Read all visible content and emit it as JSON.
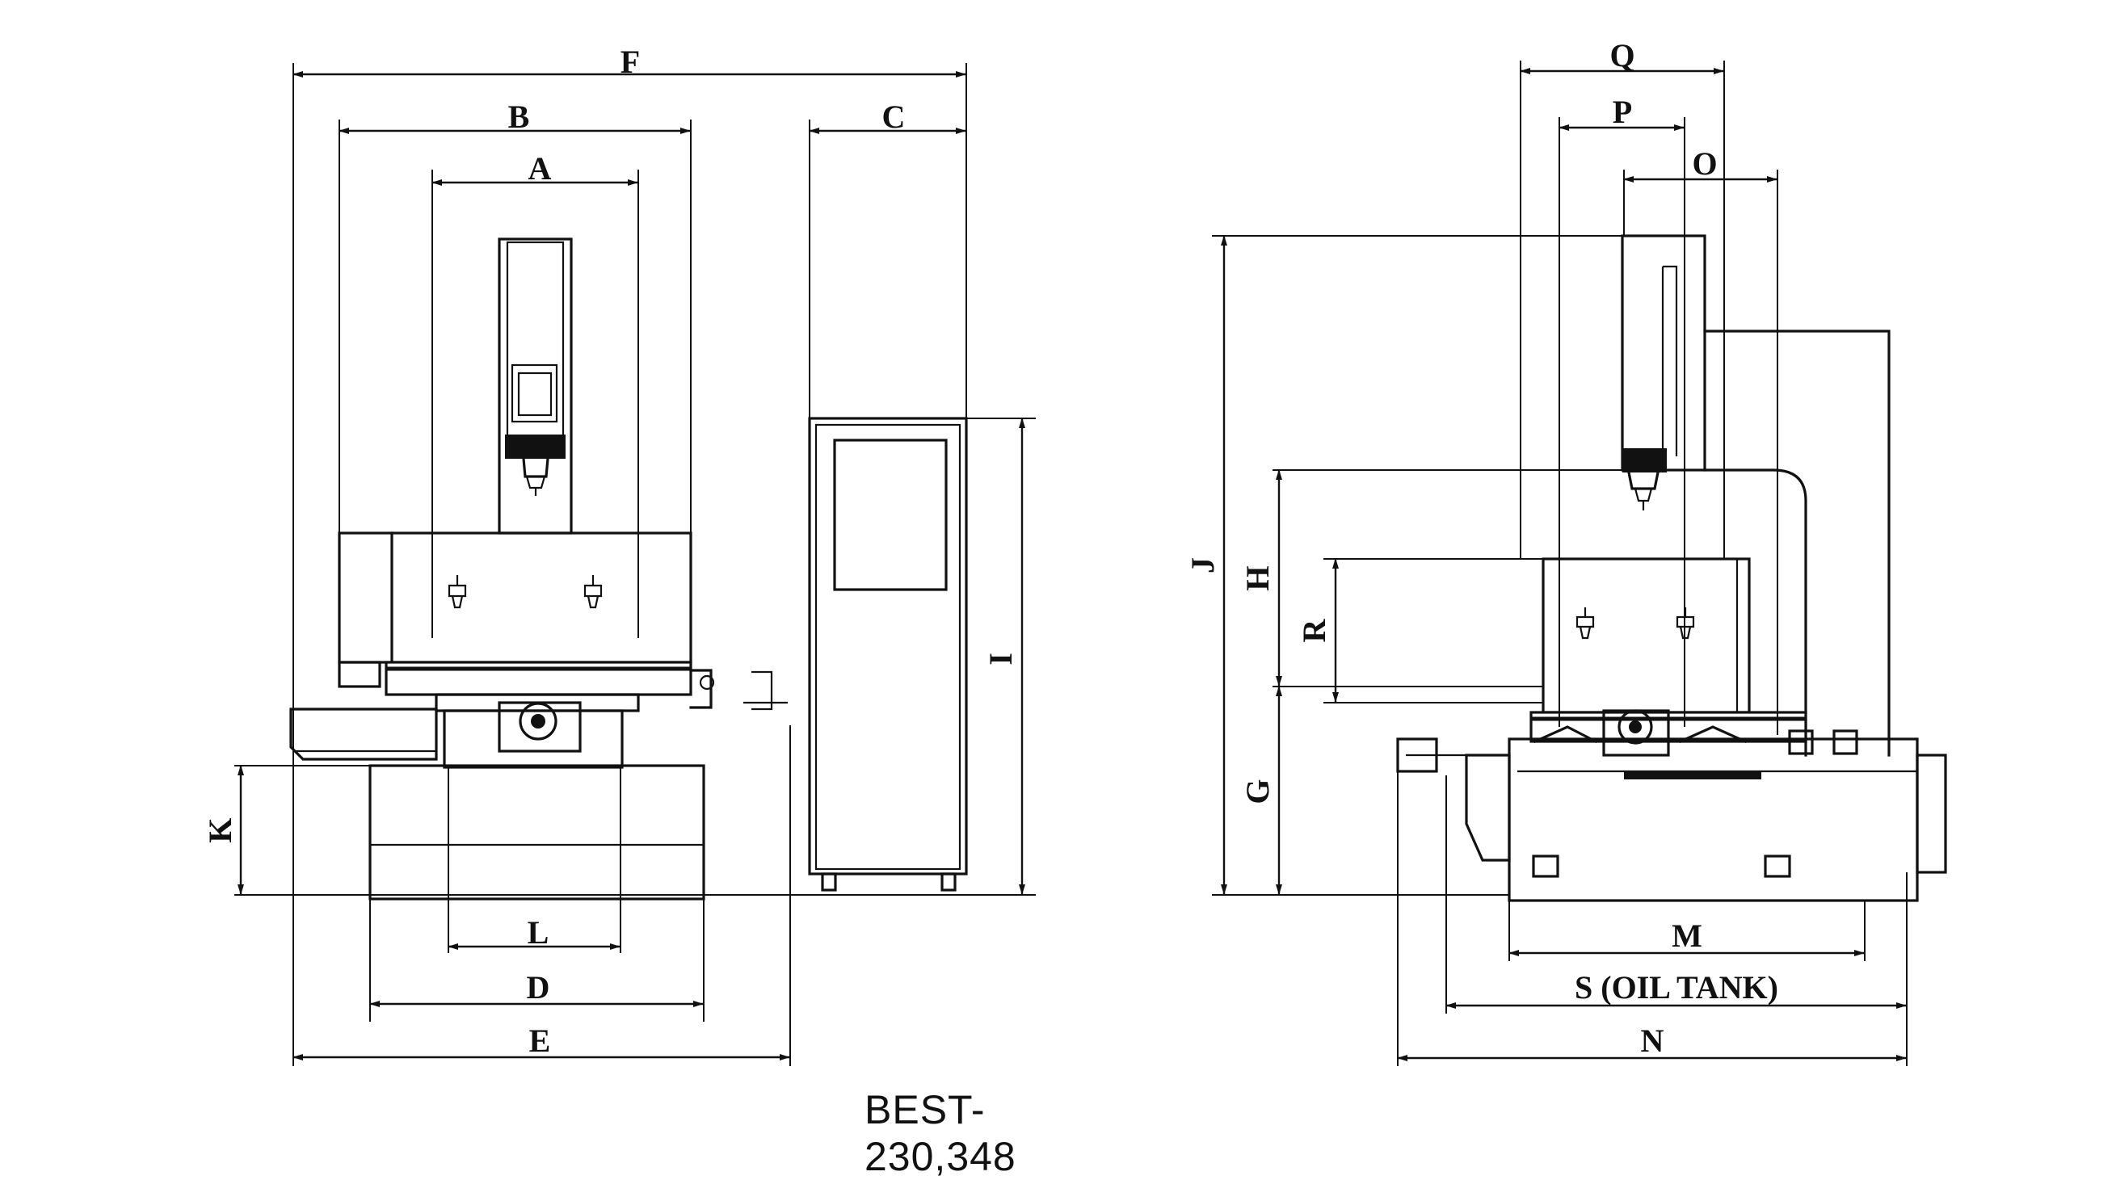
{
  "caption": "BEST-230,348",
  "front_view": {
    "dimensions": {
      "F": "F",
      "B": "B",
      "A": "A",
      "C": "C",
      "I": "I",
      "K": "K",
      "L": "L",
      "D": "D",
      "E": "E"
    }
  },
  "side_view": {
    "dimensions": {
      "Q": "Q",
      "P": "P",
      "O": "O",
      "J": "J",
      "H": "H",
      "R": "R",
      "G": "G",
      "M": "M",
      "S": "S (OIL TANK)",
      "N": "N"
    }
  }
}
